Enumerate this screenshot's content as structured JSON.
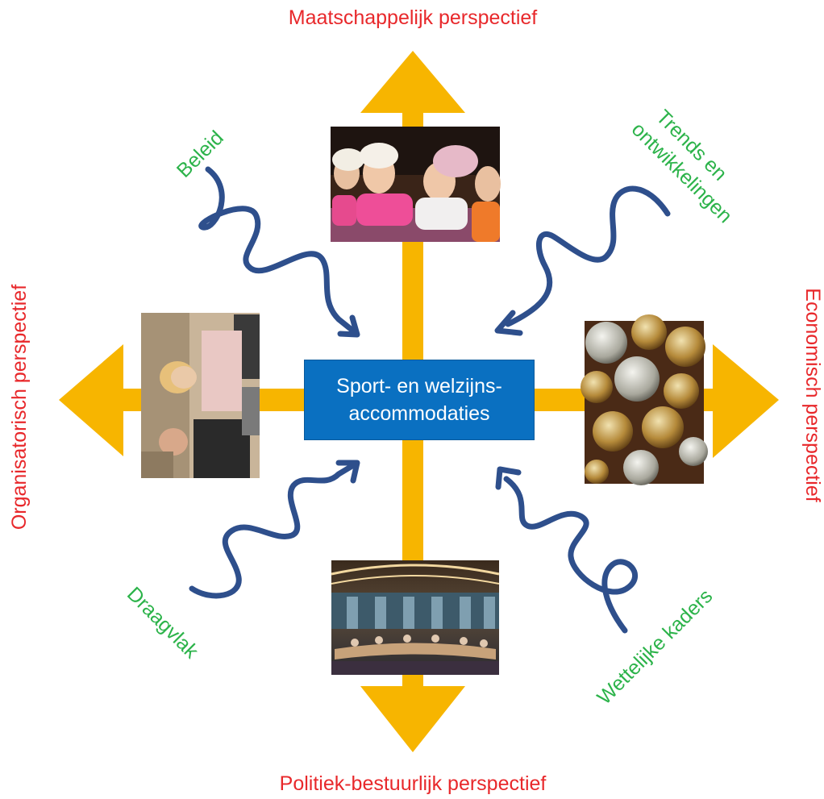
{
  "center": {
    "line1": "Sport- en welzijns-",
    "line2": "accommodaties"
  },
  "perspectives": {
    "top": "Maatschappelijk perspectief",
    "bottom": "Politiek-bestuurlijk perspectief",
    "left": "Organisatorisch perspectief",
    "right": "Economisch perspectief"
  },
  "factors": {
    "beleid": "Beleid",
    "trends_line1": "Trends en",
    "trends_line2": "ontwikkelingen",
    "draagvlak": "Draagvlak",
    "wettelijke": "Wettelijke kaders"
  },
  "colors": {
    "arrow": "#f7b500",
    "perspective_text": "#e8282b",
    "factor_text": "#2cb34a",
    "wave": "#2e4f8c",
    "center_box": "#0a70c1"
  },
  "icons": {
    "photo_top": "children-photo",
    "photo_left": "meeting-people-photo",
    "photo_right": "coins-photo",
    "photo_bottom": "council-chamber-photo"
  }
}
